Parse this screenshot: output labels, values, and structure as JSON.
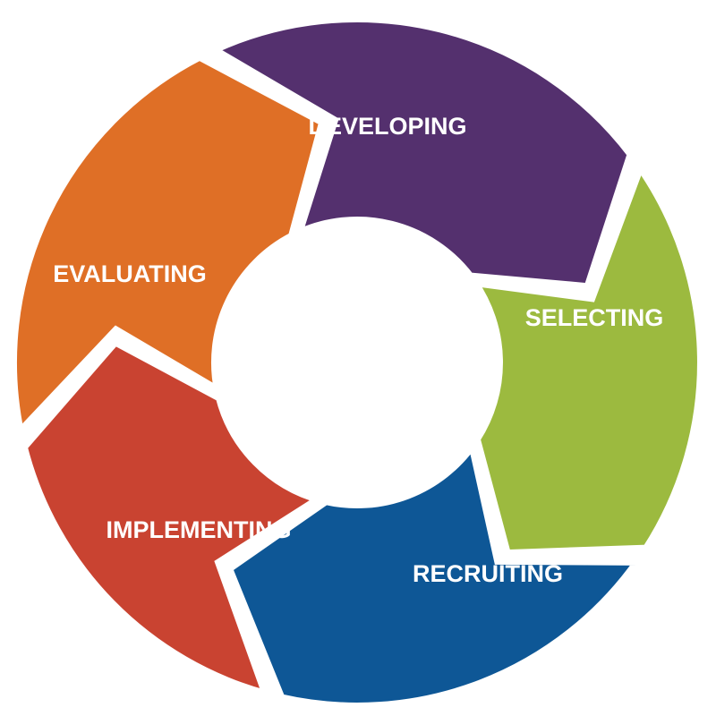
{
  "diagram": {
    "type": "cycle",
    "stages": [
      {
        "id": "developing",
        "label": "DEVELOPING",
        "color": "#54306e"
      },
      {
        "id": "selecting",
        "label": "SELECTING",
        "color": "#9cba3f"
      },
      {
        "id": "recruiting",
        "label": "RECRUITING",
        "color": "#0e5796"
      },
      {
        "id": "implementing",
        "label": "IMPLEMENTING",
        "color": "#c94331"
      },
      {
        "id": "evaluating",
        "label": "EVALUATING",
        "color": "#df6f26"
      }
    ],
    "center_color": "#ffffff"
  }
}
